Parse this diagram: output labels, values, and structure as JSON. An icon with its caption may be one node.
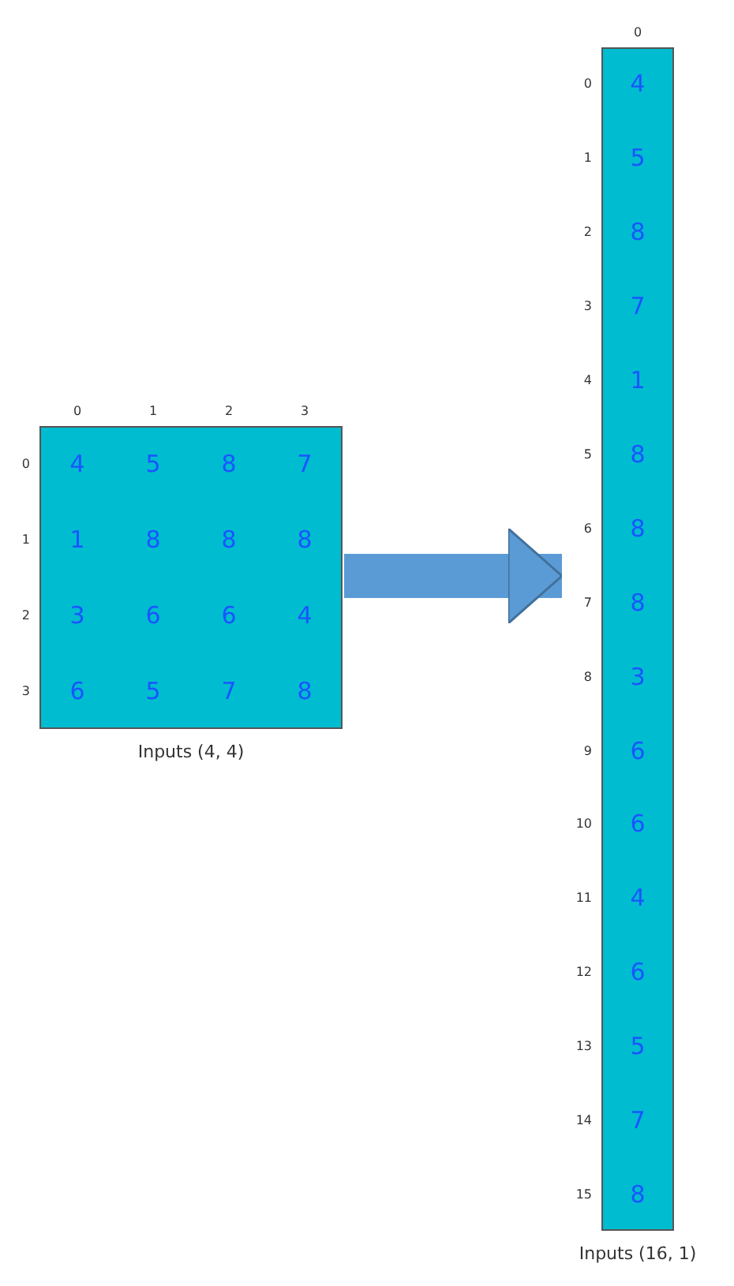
{
  "diagram": {
    "nodes": [
      {
        "text": [
          "Inputs (4, 4)"
        ]
      },
      {
        "text": [
          "Inputs (16, 1)"
        ]
      }
    ],
    "edges": [
      {
        "from": 0,
        "to": 1,
        "arrow": "to"
      }
    ],
    "labels": [
      "0",
      "1",
      "2",
      "3",
      "0",
      "4",
      "5",
      "8",
      "7",
      "1",
      "1",
      "8",
      "8",
      "8",
      "2",
      "3",
      "6",
      "6",
      "4",
      "3",
      "6",
      "5",
      "7",
      "8",
      "0",
      "0",
      "4",
      "1",
      "5",
      "2",
      "8",
      "3",
      "7",
      "4",
      "1",
      "5",
      "8",
      "6",
      "8",
      "7",
      "8",
      "8",
      "3",
      "9",
      "6",
      "10",
      "6",
      "11",
      "4",
      "12",
      "6",
      "13",
      "5",
      "14",
      "7",
      "15",
      "8"
    ]
  }
}
